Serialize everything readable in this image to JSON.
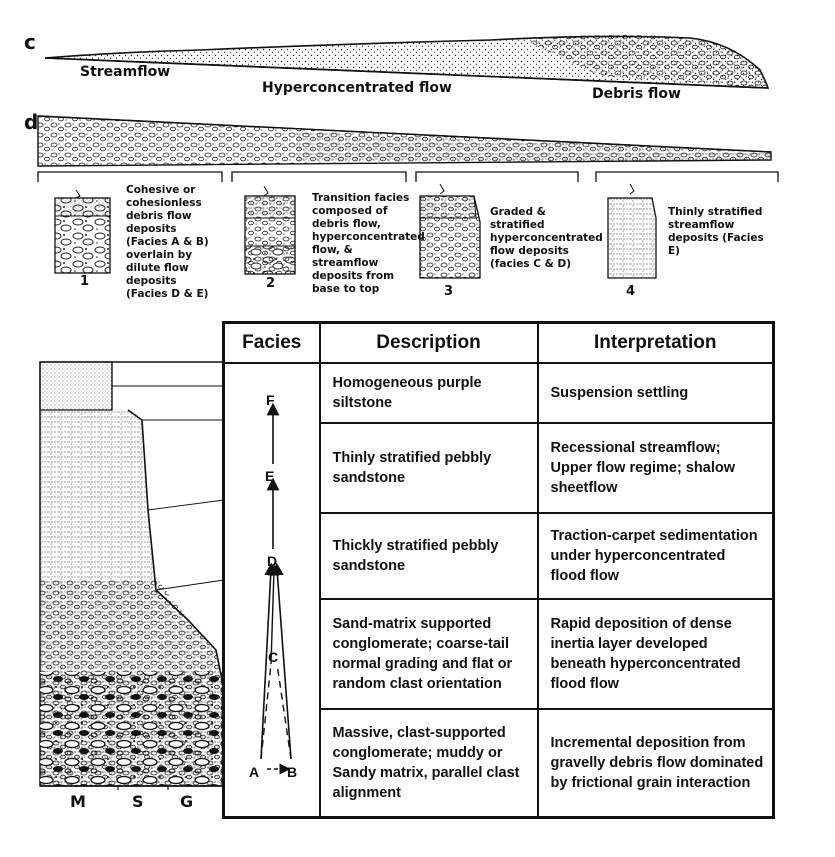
{
  "panel_c": {
    "letter": "c",
    "labels": [
      "Streamflow",
      "Hyperconcentrated flow",
      "Debris flow"
    ]
  },
  "panel_d": {
    "letter": "d",
    "columns": [
      {
        "num": "1",
        "caption": "Cohesive or cohesionless debris flow deposits (Facies A & B) overlain by dilute flow deposits (Facies D & E)"
      },
      {
        "num": "2",
        "caption": "Transition facies composed of debris flow, hyperconcentrated flow, & streamflow deposits from base to top"
      },
      {
        "num": "3",
        "caption": "Graded & stratified hyperconcentrated flow deposits (facies C & D)"
      },
      {
        "num": "4",
        "caption": "Thinly stratified streamflow deposits (Facies E)"
      }
    ]
  },
  "log": {
    "grain_labels": [
      "M",
      "S",
      "G"
    ]
  },
  "table": {
    "headers": [
      "Facies",
      "Description",
      "Interpretation"
    ],
    "facies_labels": [
      "F",
      "E",
      "D",
      "C",
      "A",
      "B"
    ],
    "rows": [
      {
        "description": "Homogeneous purple siltstone",
        "interpretation": "Suspension settling"
      },
      {
        "description": "Thinly stratified pebbly sandstone",
        "interpretation": "Recessional streamflow; Upper flow regime; shalow sheetflow"
      },
      {
        "description": "Thickly stratified pebbly sandstone",
        "interpretation": "Traction-carpet sedimentation under hyperconcentrated flood flow"
      },
      {
        "description": "Sand-matrix supported conglomerate; coarse-tail normal grading and flat or random clast orientation",
        "interpretation": "Rapid deposition of dense inertia layer developed beneath hyperconcentrated flood flow"
      },
      {
        "description": "Massive, clast-supported conglomerate; muddy or Sandy matrix, parallel clast alignment",
        "interpretation": "Incremental deposition from gravelly debris flow dominated by frictional grain interaction"
      }
    ]
  }
}
